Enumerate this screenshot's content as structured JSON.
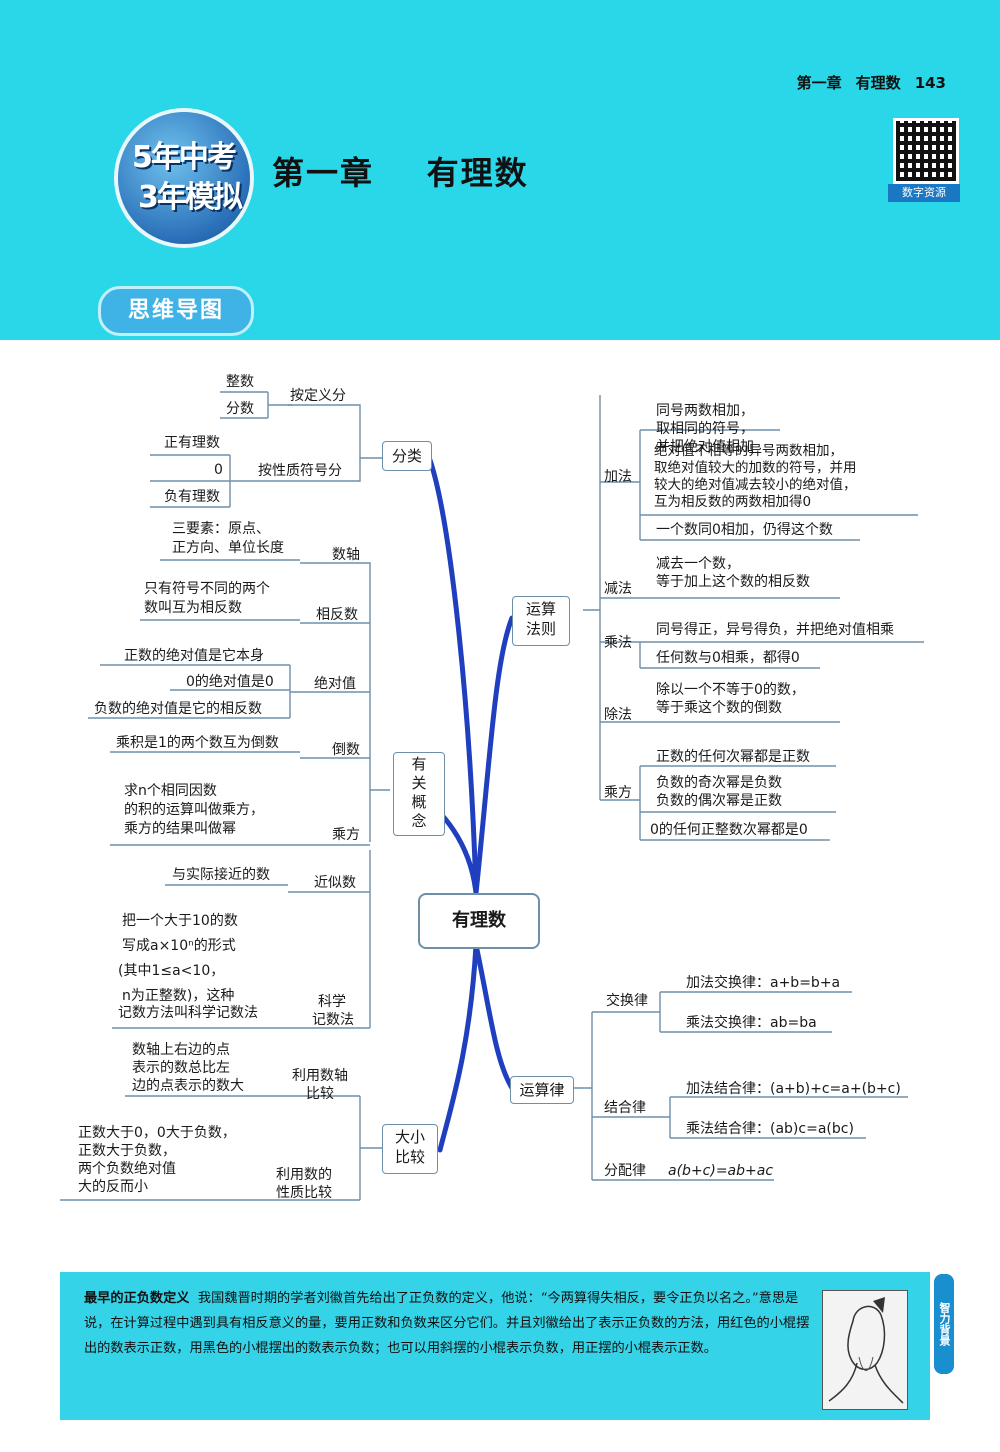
{
  "header": {
    "running_chapter": "第一章",
    "running_title": "有理数",
    "page_number": "143",
    "logo_line1": "5年中考",
    "logo_line2": "3年模拟",
    "chapter_title": "第一章    有理数",
    "qr_caption": "数字资源",
    "section_tag": "思维导图"
  },
  "mindmap": {
    "center": "有理数",
    "classification": {
      "label": "分类",
      "by_definition": {
        "label": "按定义分",
        "items": [
          "整数",
          "分数"
        ]
      },
      "by_sign": {
        "label": "按性质符号分",
        "items": [
          "正有理数",
          "0",
          "负有理数"
        ]
      }
    },
    "concepts": {
      "label": "有关概念",
      "number_line": {
        "label": "数轴",
        "text": [
          "三要素：原点、",
          "正方向、单位长度"
        ]
      },
      "opposite": {
        "label": "相反数",
        "text": [
          "只有符号不同的两个",
          "数叫互为相反数"
        ]
      },
      "absolute": {
        "label": "绝对值",
        "items": [
          "正数的绝对值是它本身",
          "0的绝对值是0",
          "负数的绝对值是它的相反数"
        ]
      },
      "reciprocal": {
        "label": "倒数",
        "text": "乘积是1的两个数互为倒数"
      },
      "power": {
        "label": "乘方",
        "text": [
          "求n个相同因数",
          "的积的运算叫做乘方，",
          "乘方的结果叫做幂"
        ]
      },
      "approx": {
        "label": "近似数",
        "text": "与实际接近的数"
      },
      "sci": {
        "label": "科学记数法",
        "label_lines": [
          "科学",
          "记数法"
        ],
        "text": [
          "把一个大于10的数",
          "写成a×10ⁿ的形式",
          "(其中1≤a<10，",
          "n为正整数)，这种",
          "记数方法叫科学记数法"
        ]
      }
    },
    "compare": {
      "label": "大小比较",
      "by_axis": {
        "label_lines": [
          "利用数轴",
          "比较"
        ],
        "text": [
          "数轴上右边的点",
          "表示的数总比左",
          "边的点表示的数大"
        ]
      },
      "by_property": {
        "label_lines": [
          "利用数的",
          "性质比较"
        ],
        "text": [
          "正数大于0，0大于负数，",
          "正数大于负数，",
          "两个负数绝对值",
          "大的反而小"
        ]
      }
    },
    "rules": {
      "label": "运算法则",
      "add": {
        "label": "加法",
        "items": [
          [
            "同号两数相加，",
            "取相同的符号，",
            "并把绝对值相加"
          ],
          [
            "绝对值不相等的异号两数相加，",
            "取绝对值较大的加数的符号，并用",
            "较大的绝对值减去较小的绝对值，",
            "互为相反数的两数相加得0"
          ],
          [
            "一个数同0相加，仍得这个数"
          ]
        ]
      },
      "sub": {
        "label": "减法",
        "text": [
          "减去一个数，",
          "等于加上这个数的相反数"
        ]
      },
      "mul": {
        "label": "乘法",
        "items": [
          "同号得正，异号得负，并把绝对值相乘",
          "任何数与0相乘，都得0"
        ]
      },
      "div": {
        "label": "除法",
        "text": [
          "除以一个不等于0的数，",
          "等于乘这个数的倒数"
        ]
      },
      "pow": {
        "label": "乘方",
        "items": [
          [
            "正数的任何次幂都是正数"
          ],
          [
            "负数的奇次幂是负数",
            "负数的偶次幂是正数"
          ],
          [
            "0的任何正整数次幂都是0"
          ]
        ]
      }
    },
    "laws": {
      "label": "运算律",
      "commutative": {
        "label": "交换律",
        "items": [
          "加法交换律：a+b=b+a",
          "乘法交换律：ab=ba"
        ]
      },
      "associative": {
        "label": "结合律",
        "items": [
          "加法结合律：(a+b)+c=a+(b+c)",
          "乘法结合律：(ab)c=a(bc)"
        ]
      },
      "distributive": {
        "label": "分配律",
        "formula": "a(b+c)=ab+ac"
      }
    }
  },
  "footer": {
    "heading": "最早的正负数定义",
    "body": "我国魏晋时期的学者刘徽首先给出了正负数的定义，他说：“今两算得失相反，要令正负以名之。”意思是说，在计算过程中遇到具有相反意义的量，要用正数和负数来区分它们。并且刘徽给出了表示正负数的方法，用红色的小棍摆出的数表示正数，用黑色的小棍摆出的数表示负数；也可以用斜摆的小棍表示负数，用正摆的小棍表示正数。",
    "badge": "智力背景"
  },
  "colors": {
    "header_cyan": "#2ad7e8",
    "trunk_blue": "#1f3fbf",
    "line_gray": "#6e8fa8"
  }
}
